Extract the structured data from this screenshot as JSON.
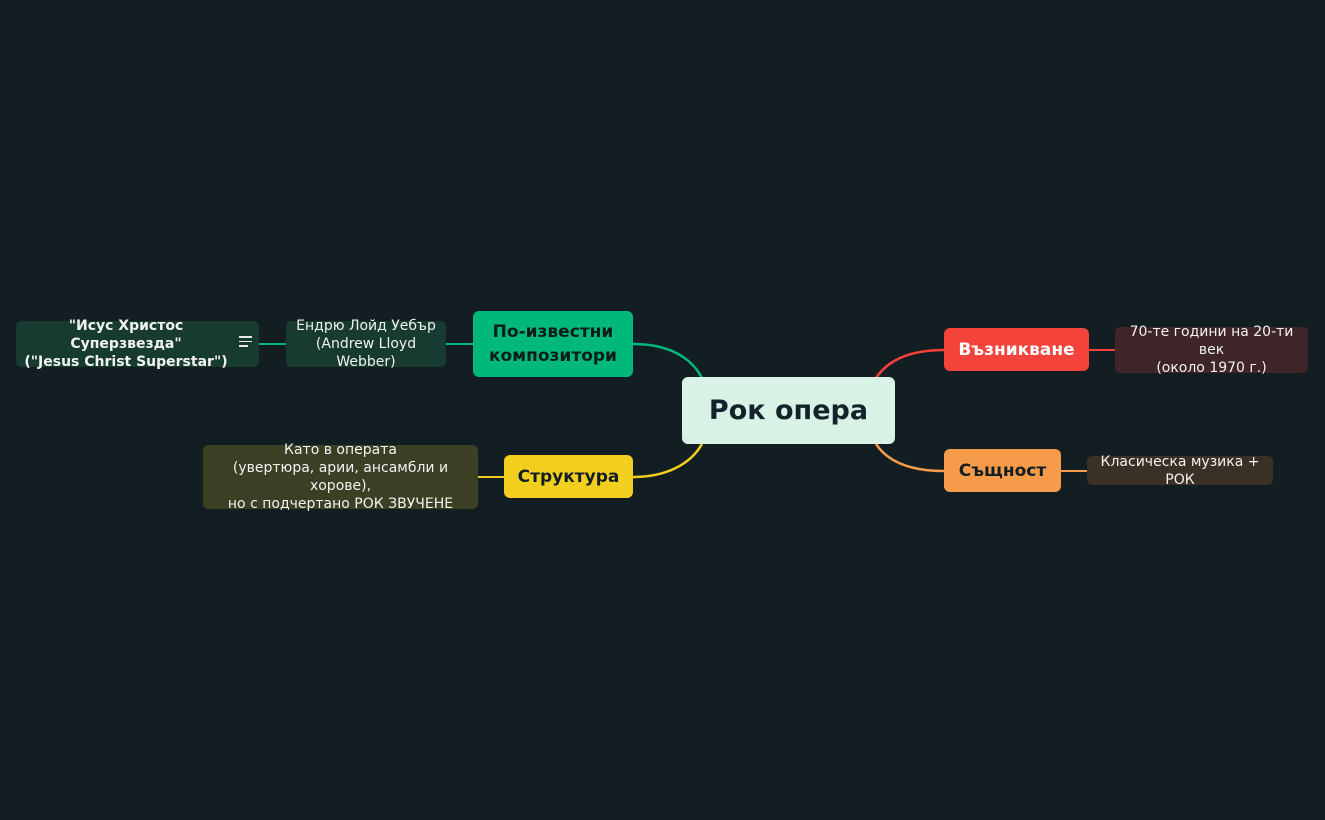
{
  "colors": {
    "background": "#121e22",
    "central": "#d8f3e6",
    "composers": "#00b87a",
    "structure": "#f2cf1f",
    "origin": "#f4433b",
    "essence": "#f59b4a"
  },
  "central": {
    "title": "Рок опера"
  },
  "branches": {
    "composers": {
      "label_line1": "По-известни",
      "label_line2": "композитори",
      "child": {
        "line1": "Ендрю Лойд Уебър",
        "line2": "(Andrew Lloyd Webber)",
        "child": {
          "line1": "\"Исус Христос Суперзвезда\"",
          "line2": "(\"Jesus Christ Superstar\")",
          "icon": "note-icon"
        }
      }
    },
    "structure": {
      "label": "Структура",
      "child": {
        "line1": "Като в операта",
        "line2": "(увертюра, арии, ансамбли и хорове),",
        "line3": "но с подчертано РОК ЗВУЧЕНЕ"
      }
    },
    "origin": {
      "label": "Възникване",
      "child": {
        "line1": "70-те години на 20-ти век",
        "line2": "(около 1970 г.)"
      }
    },
    "essence": {
      "label": "Същност",
      "child": {
        "line1": "Класическа музика + РОК"
      }
    }
  }
}
